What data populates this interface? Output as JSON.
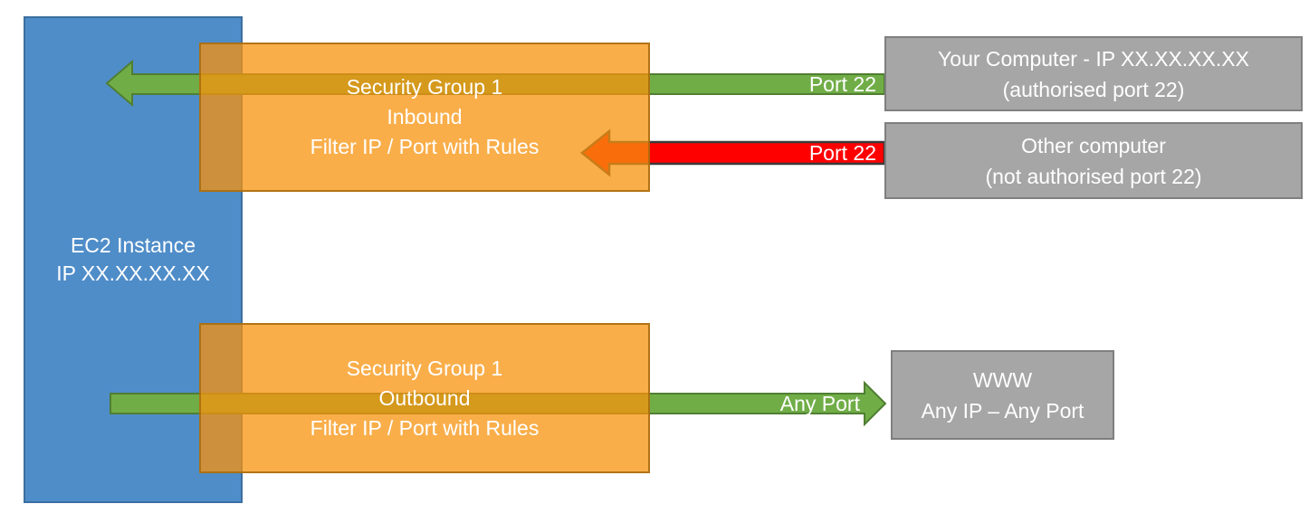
{
  "diagram": {
    "ec2_instance": {
      "line1": "EC2 Instance",
      "line2": "IP XX.XX.XX.XX"
    },
    "security_group_inbound": {
      "line1": "Security Group 1",
      "line2": "Inbound",
      "line3": "Filter IP / Port with Rules"
    },
    "security_group_outbound": {
      "line1": "Security Group 1",
      "line2": "Outbound",
      "line3": "Filter IP / Port with Rules"
    },
    "your_computer": {
      "line1": "Your Computer - IP XX.XX.XX.XX",
      "line2": "(authorised port 22)"
    },
    "other_computer": {
      "line1": "Other computer",
      "line2": "(not authorised port 22)"
    },
    "www": {
      "line1": "WWW",
      "line2": "Any IP – Any Port"
    },
    "arrow_labels": {
      "inbound_allowed": "Port 22",
      "inbound_blocked": "Port 22",
      "outbound_allowed": "Any Port"
    },
    "colors": {
      "ec2_blue": "#4F8DC9",
      "ec2_blue_border": "#3C6E9F",
      "security_group_orange": "#F7930D",
      "security_group_border": "#A66A0C",
      "allowed_green": "#70AD47",
      "allowed_green_border": "#507E32",
      "blocked_red": "#FE0000",
      "blocked_red_border": "#3B3B3B",
      "endpoint_gray": "#A6A6A6",
      "endpoint_gray_border": "#7F7F7F",
      "text_white": "#FFFFFF"
    }
  }
}
